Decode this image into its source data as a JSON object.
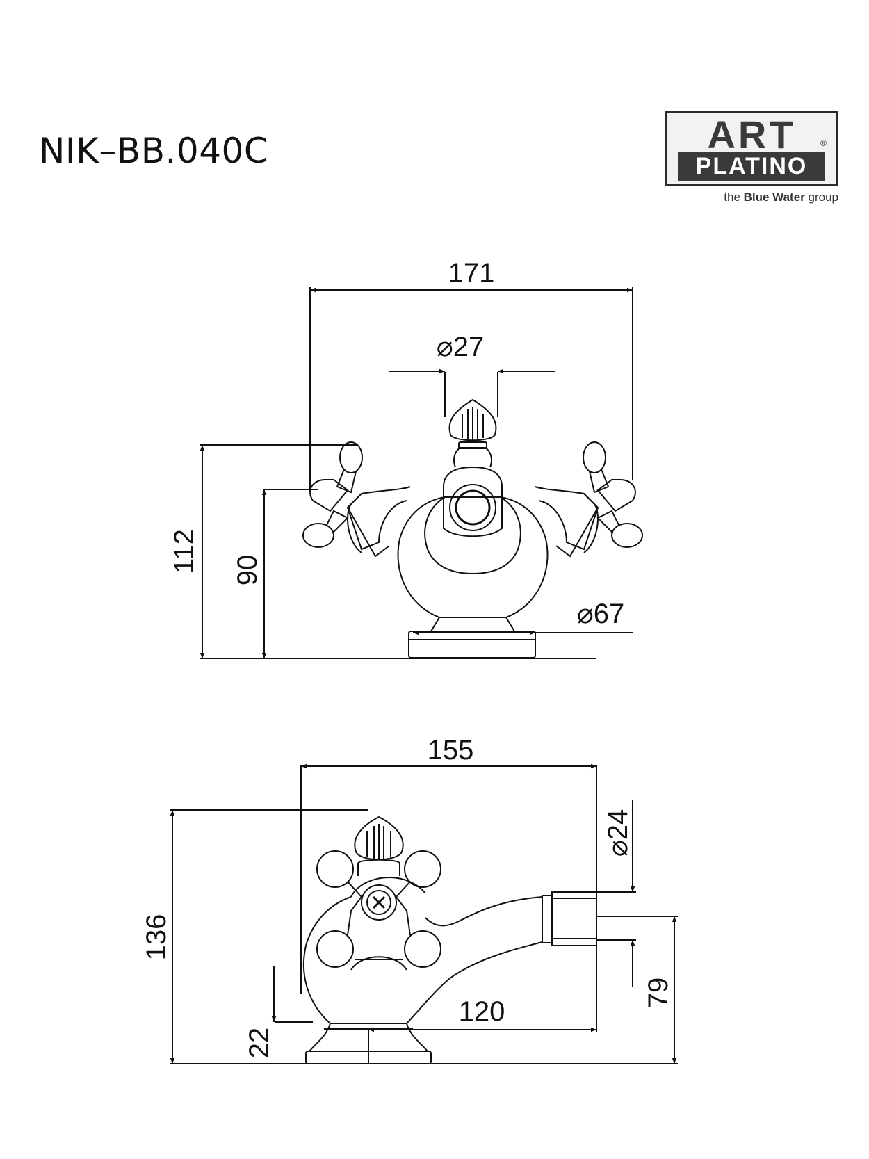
{
  "header": {
    "model_code": "NIK–BB.040C"
  },
  "logo": {
    "brand_top": "ART",
    "registered": "®",
    "brand_bottom": "PLATINO",
    "tagline_pre": "the ",
    "tagline_bold": "Blue Water",
    "tagline_post": " group"
  },
  "front_view": {
    "width": "171",
    "handle_diameter": "⌀27",
    "height_total": "112",
    "height_body": "90",
    "base_diameter": "⌀67"
  },
  "side_view": {
    "depth": "155",
    "height_total": "136",
    "outlet_diameter": "⌀24",
    "outlet_height": "79",
    "base_height": "22",
    "spout_reach": "120"
  }
}
